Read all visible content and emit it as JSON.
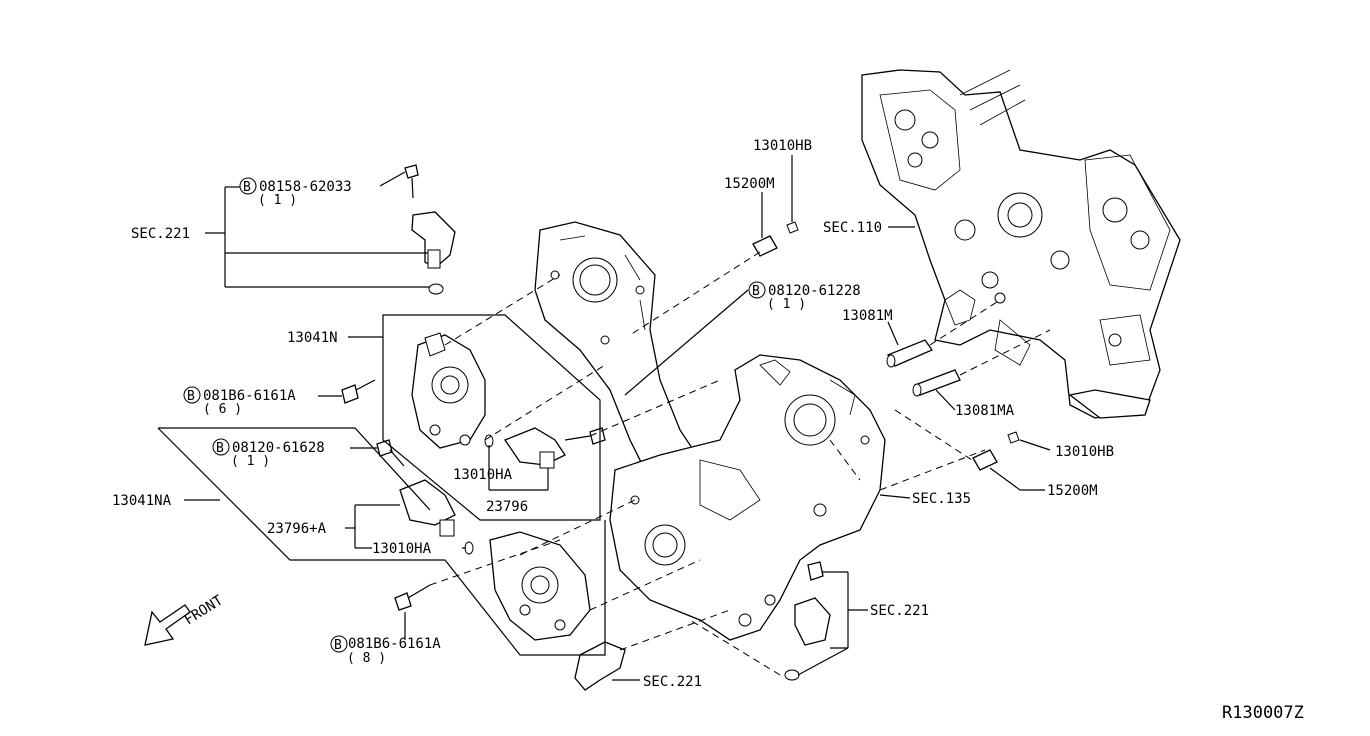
{
  "callouts": {
    "bolt_top": "08158-62033",
    "bolt_top_qty": "( 1 )",
    "sec221_left": "SEC.221",
    "p13041n": "13041N",
    "bolt_6161a_top": "081B6-6161A",
    "bolt_6161a_top_qty": "( 6 )",
    "bolt_61628": "08120-61628",
    "bolt_61628_qty": "( 1 )",
    "p13041na": "13041NA",
    "p23796a": "23796+A",
    "p13010ha_lower": "13010HA",
    "bolt_6161a_bot": "081B6-6161A",
    "bolt_6161a_bot_qty": "( 8 )",
    "front": "FRONT",
    "p13010ha_upper": "13010HA",
    "p23796": "23796",
    "p15200m_top": "15200M",
    "p13010hb_top": "13010HB",
    "bolt_61228": "08120-61228",
    "bolt_61228_qty": "( 1 )",
    "sec110": "SEC.110",
    "p13081m": "13081M",
    "p13081ma": "13081MA",
    "p13010hb_right": "13010HB",
    "p15200m_right": "15200M",
    "sec135": "SEC.135",
    "sec221_right": "SEC.221",
    "sec221_bottom": "SEC.221",
    "ref_code": "R130007Z"
  },
  "bolt_symbol": "B"
}
